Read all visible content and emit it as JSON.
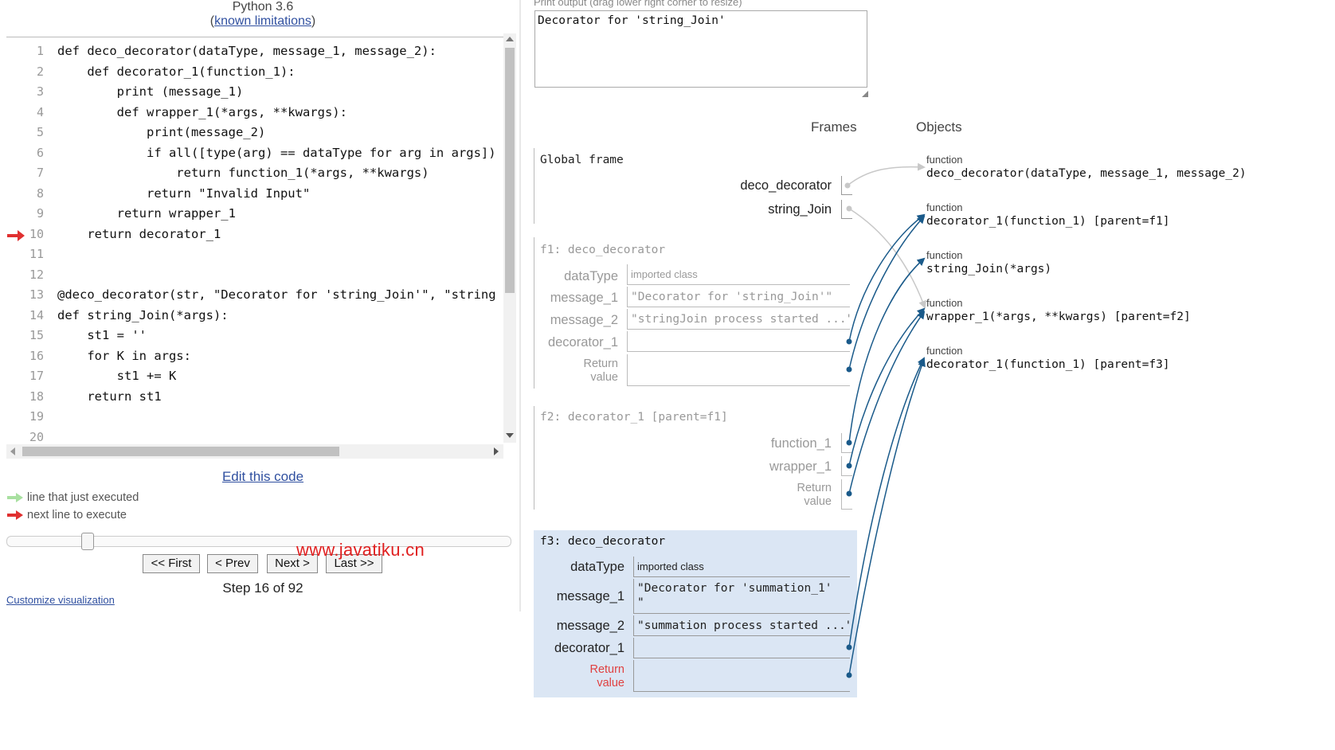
{
  "header": {
    "title": "Python 3.6",
    "limits_open": "(",
    "limits_link": "known limitations",
    "limits_close": ")"
  },
  "code": {
    "lines": [
      {
        "n": "1",
        "text": "def deco_decorator(dataType, message_1, message_2):"
      },
      {
        "n": "2",
        "text": "    def decorator_1(function_1):"
      },
      {
        "n": "3",
        "text": "        print (message_1)"
      },
      {
        "n": "4",
        "text": "        def wrapper_1(*args, **kwargs):"
      },
      {
        "n": "5",
        "text": "            print(message_2)"
      },
      {
        "n": "6",
        "text": "            if all([type(arg) == dataType for arg in args])"
      },
      {
        "n": "7",
        "text": "                return function_1(*args, **kwargs)"
      },
      {
        "n": "8",
        "text": "            return \"Invalid Input\""
      },
      {
        "n": "9",
        "text": "        return wrapper_1"
      },
      {
        "n": "10",
        "text": "    return decorator_1"
      },
      {
        "n": "11",
        "text": ""
      },
      {
        "n": "12",
        "text": ""
      },
      {
        "n": "13",
        "text": "@deco_decorator(str, \"Decorator for 'string_Join'\", \"string"
      },
      {
        "n": "14",
        "text": "def string_Join(*args):"
      },
      {
        "n": "15",
        "text": "    st1 = ''"
      },
      {
        "n": "16",
        "text": "    for K in args:"
      },
      {
        "n": "17",
        "text": "        st1 += K"
      },
      {
        "n": "18",
        "text": "    return st1"
      },
      {
        "n": "19",
        "text": ""
      },
      {
        "n": "20",
        "text": ""
      }
    ],
    "next_line": "10"
  },
  "controls": {
    "edit_code": "Edit this code",
    "legend_executed": "line that just executed",
    "legend_next": "next line to execute",
    "first": "<< First",
    "prev": "< Prev",
    "next": "Next >",
    "last": "Last >>",
    "step": "Step 16 of 92",
    "customize": "Customize visualization",
    "watermark": "www.javatiku.cn"
  },
  "print_output": {
    "label": "Print output (drag lower right corner to resize)",
    "text": "Decorator for 'string_Join'"
  },
  "headers": {
    "frames": "Frames",
    "objects": "Objects"
  },
  "frames": {
    "global": {
      "title": "Global frame",
      "vars": [
        {
          "name": "deco_decorator"
        },
        {
          "name": "string_Join"
        }
      ]
    },
    "f1": {
      "title": "f1: deco_decorator",
      "vars": [
        {
          "name": "dataType",
          "value": "imported class"
        },
        {
          "name": "message_1",
          "value": "\"Decorator for 'string_Join'\""
        },
        {
          "name": "message_2",
          "value": "\"stringJoin process started ...\""
        },
        {
          "name": "decorator_1",
          "value": ""
        }
      ],
      "return_label": "Return\nvalue"
    },
    "f2": {
      "title": "f2: decorator_1 [parent=f1]",
      "vars": [
        {
          "name": "function_1"
        },
        {
          "name": "wrapper_1"
        }
      ],
      "return_label": "Return\nvalue"
    },
    "f3": {
      "title": "f3: deco_decorator",
      "vars": [
        {
          "name": "dataType",
          "value": "imported class"
        },
        {
          "name": "message_1",
          "value": "\"Decorator for 'summation_1'\n\""
        },
        {
          "name": "message_2",
          "value": "\"summation process started ...\""
        },
        {
          "name": "decorator_1",
          "value": ""
        }
      ],
      "return_label": "Return\nvalue"
    }
  },
  "objects": [
    {
      "type": "function",
      "signature": "deco_decorator(dataType, message_1, message_2)"
    },
    {
      "type": "function",
      "signature": "decorator_1(function_1) [parent=f1]"
    },
    {
      "type": "function",
      "signature": "string_Join(*args)"
    },
    {
      "type": "function",
      "signature": "wrapper_1(*args, **kwargs) [parent=f2]"
    },
    {
      "type": "function",
      "signature": "decorator_1(function_1) [parent=f3]"
    }
  ],
  "colors": {
    "pointer_blue": "#1a5a8a",
    "pointer_gray": "#c8c8c8",
    "next_line_arrow": "#e03030",
    "executed_arrow": "#a8e0a0",
    "link": "#3050a0",
    "active_frame_bg": "#dbe6f4",
    "return_label_active": "#e04040"
  }
}
